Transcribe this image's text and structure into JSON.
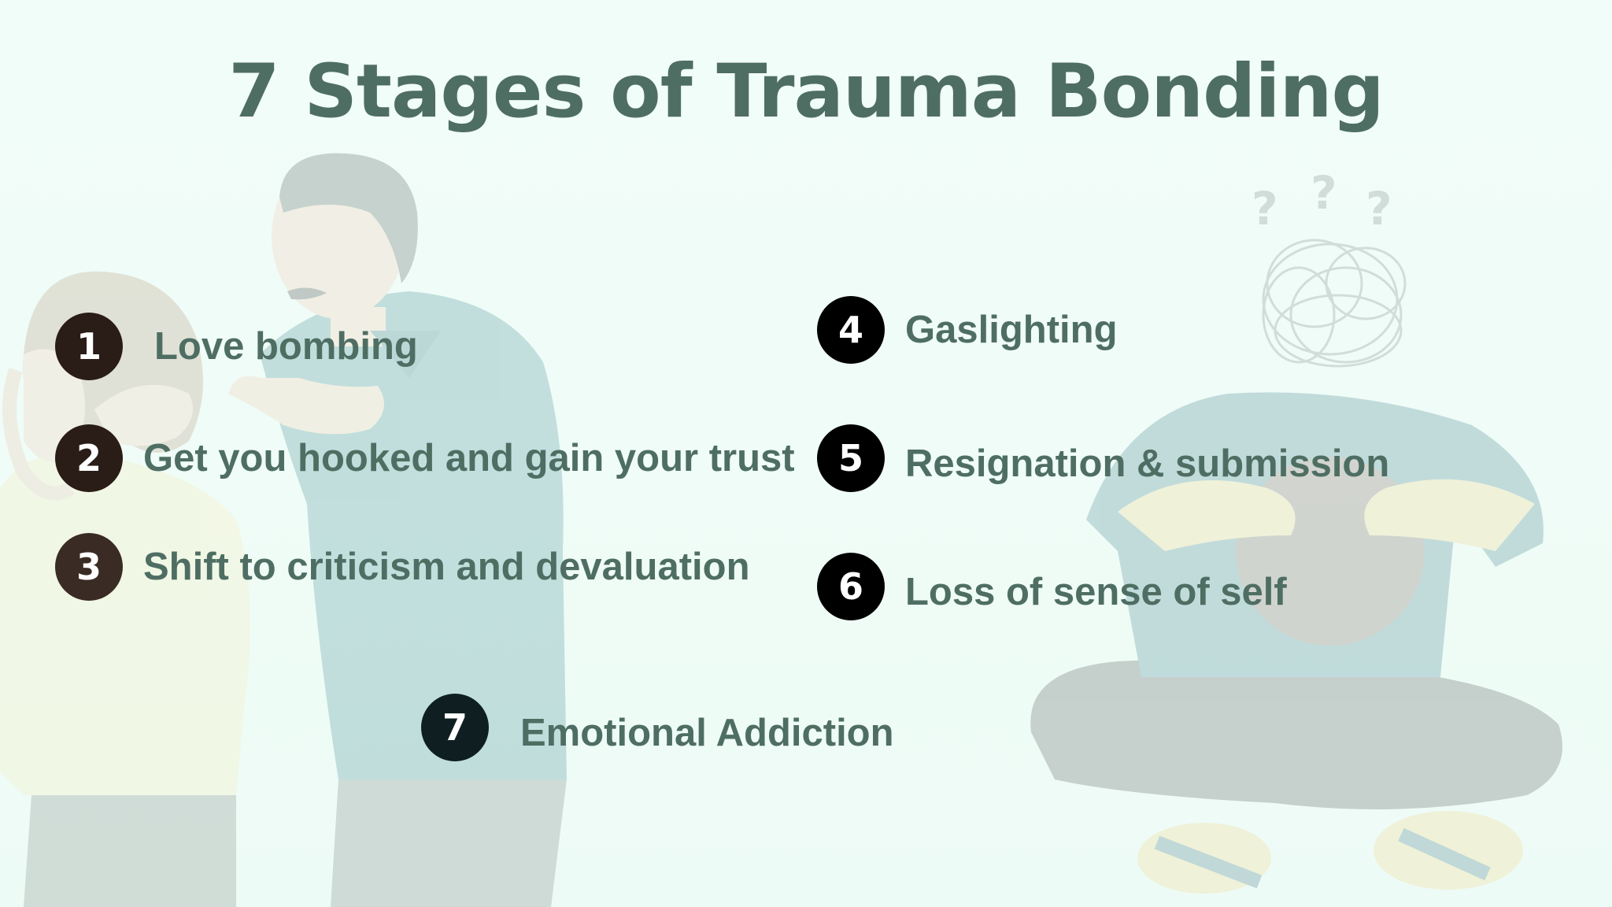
{
  "title": "7 Stages of Trauma Bonding",
  "stages": [
    {
      "number": "1",
      "label": "Love bombing"
    },
    {
      "number": "2",
      "label": "Get you hooked and gain your trust"
    },
    {
      "number": "3",
      "label": "Shift to criticism and devaluation"
    },
    {
      "number": "4",
      "label": "Gaslighting"
    },
    {
      "number": "5",
      "label": "Resignation & submission"
    },
    {
      "number": "6",
      "label": "Loss of sense of self"
    },
    {
      "number": "7",
      "label": "Emotional Addiction"
    }
  ],
  "illustrations": {
    "left": "arguing-couple-illustration",
    "right": "distressed-person-illustration"
  },
  "colors": {
    "background": "#eefcf5",
    "title_text": "#4f6e63",
    "label_text": "#4f6e63",
    "badge_fill": "#000000",
    "badge_text": "#ffffff"
  }
}
